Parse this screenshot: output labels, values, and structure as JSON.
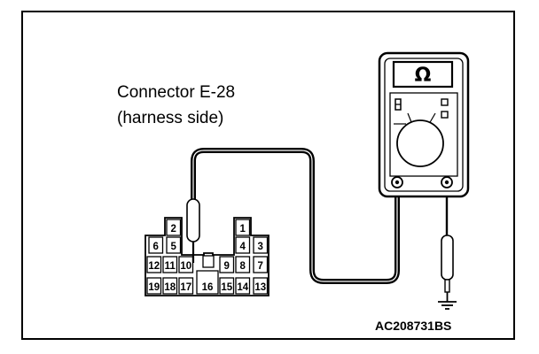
{
  "caption": {
    "line1": "Connector E-28",
    "line2": "(harness side)"
  },
  "meter": {
    "display_symbol": "Ω",
    "icons": [
      "ohm-display-icon",
      "battery-icon",
      "selector-dial-icon",
      "terminal-icon",
      "ground-icon"
    ]
  },
  "connector": {
    "pins": [
      "1",
      "2",
      "3",
      "4",
      "5",
      "6",
      "7",
      "8",
      "9",
      "10",
      "11",
      "12",
      "13",
      "14",
      "15",
      "16",
      "17",
      "18",
      "19"
    ]
  },
  "reference_code": "AC208731BS"
}
